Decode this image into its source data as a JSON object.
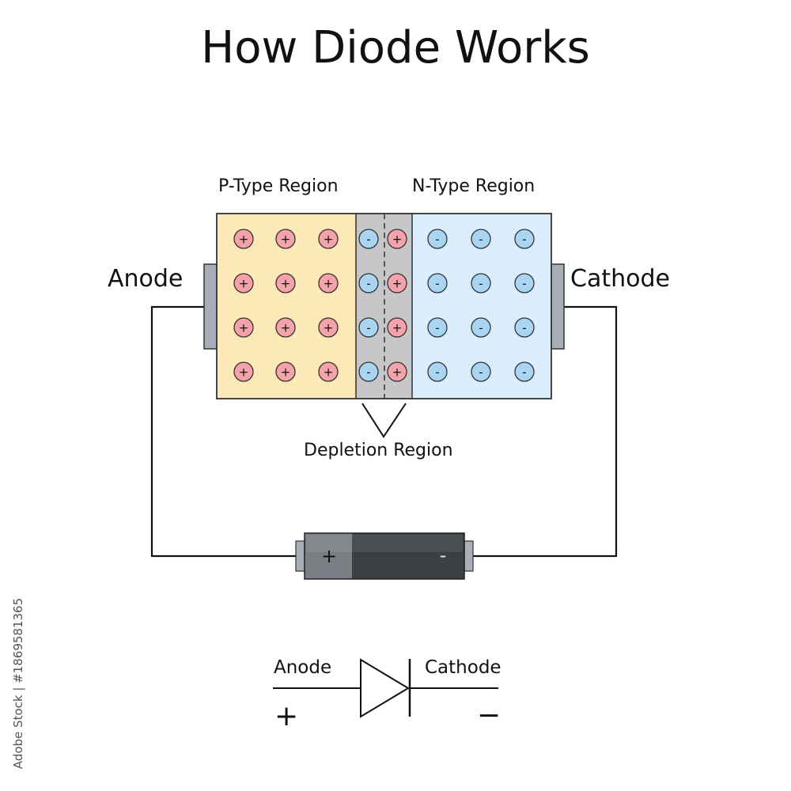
{
  "title": "How Diode Works",
  "labels": {
    "p_region": "P-Type Region",
    "n_region": "N-Type Region",
    "anode": "Anode",
    "cathode": "Cathode",
    "depletion": "Depletion Region"
  },
  "battery": {
    "positive": "+",
    "negative": "-"
  },
  "symbol": {
    "anode": "Anode",
    "cathode": "Cathode",
    "plus": "+",
    "minus": "−"
  },
  "charges": {
    "positive": "+",
    "negative": "-"
  },
  "watermark": "Adobe Stock | #1869581365",
  "colors": {
    "p_fill": "#fde9b8",
    "n_fill": "#dbeefb",
    "depletion_fill": "#c7c7c9",
    "hole_fill": "#f4a3aa",
    "electron_fill": "#a9d4f2",
    "terminal": "#a9aeb8",
    "battery_light": "#7b7f85",
    "battery_dark": "#3c4045",
    "wire": "#111111"
  }
}
